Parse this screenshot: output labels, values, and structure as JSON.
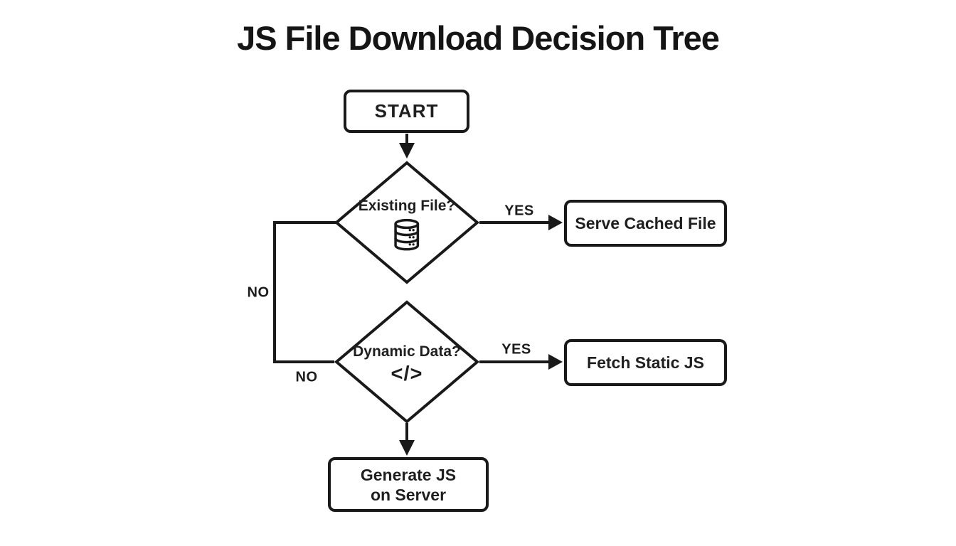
{
  "title": "JS File Download Decision Tree",
  "colors": {
    "ink": "#191919",
    "background": "#ffffff"
  },
  "nodes": {
    "start": {
      "label": "START"
    },
    "existing_file": {
      "label": "Existing File?",
      "icon": "database-icon"
    },
    "serve_cached_file": {
      "label": "Serve Cached File"
    },
    "dynamic_data": {
      "label": "Dynamic Data?",
      "icon": "code-icon",
      "icon_glyph": "</>"
    },
    "fetch_static_js": {
      "label": "Fetch Static JS"
    },
    "generate_js": {
      "label_line1": "Generate JS",
      "label_line2": "on Server"
    }
  },
  "edges": {
    "existing_file_yes": "YES",
    "existing_file_no": "NO",
    "dynamic_data_yes": "YES",
    "dynamic_data_no": "NO"
  }
}
